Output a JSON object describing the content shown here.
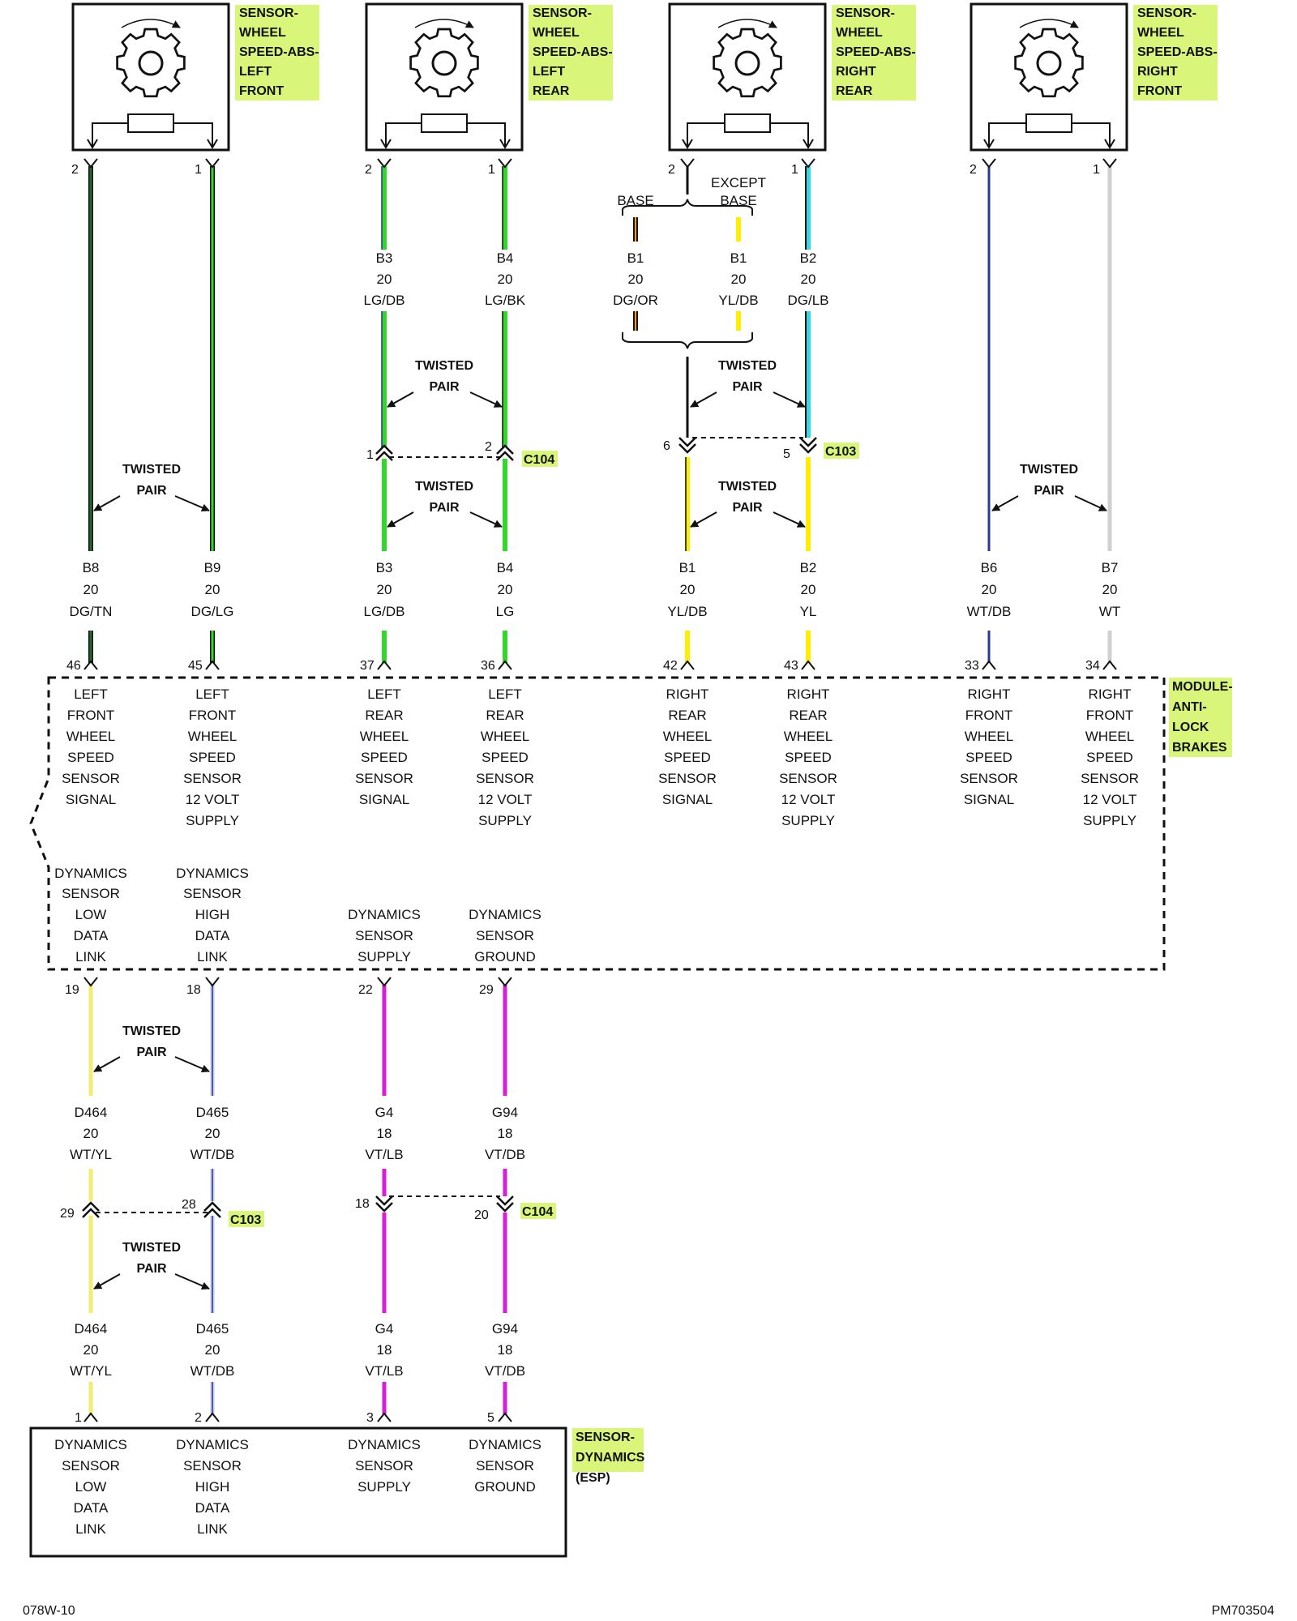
{
  "sensors": [
    {
      "title": [
        "SENSOR-",
        "WHEEL",
        "SPEED-ABS-",
        "LEFT",
        "FRONT"
      ],
      "pin_a": "2",
      "pin_b": "1"
    },
    {
      "title": [
        "SENSOR-",
        "WHEEL",
        "SPEED-ABS-",
        "LEFT",
        "REAR"
      ],
      "pin_a": "2",
      "pin_b": "1"
    },
    {
      "title": [
        "SENSOR-",
        "WHEEL",
        "SPEED-ABS-",
        "RIGHT",
        "REAR"
      ],
      "pin_a": "2",
      "pin_b": "1"
    },
    {
      "title": [
        "SENSOR-",
        "WHEEL",
        "SPEED-ABS-",
        "RIGHT",
        "FRONT"
      ],
      "pin_a": "2",
      "pin_b": "1"
    }
  ],
  "twisted_pair": [
    "TWISTED",
    "PAIR"
  ],
  "variants": {
    "base": "BASE",
    "except": [
      "EXCEPT",
      "BASE"
    ]
  },
  "upper_wires": [
    {
      "circuit": "B3",
      "gauge": "20",
      "color": "LG/DB"
    },
    {
      "circuit": "B4",
      "gauge": "20",
      "color": "LG/BK"
    },
    {
      "circuit": "B1",
      "gauge": "20",
      "color": "DG/OR"
    },
    {
      "circuit": "B1",
      "gauge": "20",
      "color": "YL/DB"
    },
    {
      "circuit": "B2",
      "gauge": "20",
      "color": "DG/LB"
    }
  ],
  "connectors": {
    "c104_top": {
      "name": "C104",
      "pin_a": "1",
      "pin_b": "2"
    },
    "c103_top": {
      "name": "C103",
      "pin_a": "6",
      "pin_b": "5"
    },
    "c103_bottom": {
      "name": "C103",
      "pin_a": "29",
      "pin_b": "28"
    },
    "c104_bottom": {
      "name": "C104",
      "pin_a": "18",
      "pin_b": "20"
    }
  },
  "abs_wires": [
    {
      "circuit": "B8",
      "gauge": "20",
      "color": "DG/TN",
      "pin": "46",
      "function": [
        "LEFT",
        "FRONT",
        "WHEEL",
        "SPEED",
        "SENSOR",
        "SIGNAL"
      ]
    },
    {
      "circuit": "B9",
      "gauge": "20",
      "color": "DG/LG",
      "pin": "45",
      "function": [
        "LEFT",
        "FRONT",
        "WHEEL",
        "SPEED",
        "SENSOR",
        "12 VOLT",
        "SUPPLY"
      ]
    },
    {
      "circuit": "B3",
      "gauge": "20",
      "color": "LG/DB",
      "pin": "37",
      "function": [
        "LEFT",
        "REAR",
        "WHEEL",
        "SPEED",
        "SENSOR",
        "SIGNAL"
      ]
    },
    {
      "circuit": "B4",
      "gauge": "20",
      "color": "LG",
      "pin": "36",
      "function": [
        "LEFT",
        "REAR",
        "WHEEL",
        "SPEED",
        "SENSOR",
        "12 VOLT",
        "SUPPLY"
      ]
    },
    {
      "circuit": "B1",
      "gauge": "20",
      "color": "YL/DB",
      "pin": "42",
      "function": [
        "RIGHT",
        "REAR",
        "WHEEL",
        "SPEED",
        "SENSOR",
        "SIGNAL"
      ]
    },
    {
      "circuit": "B2",
      "gauge": "20",
      "color": "YL",
      "pin": "43",
      "function": [
        "RIGHT",
        "REAR",
        "WHEEL",
        "SPEED",
        "SENSOR",
        "12 VOLT",
        "SUPPLY"
      ]
    },
    {
      "circuit": "B6",
      "gauge": "20",
      "color": "WT/DB",
      "pin": "33",
      "function": [
        "RIGHT",
        "FRONT",
        "WHEEL",
        "SPEED",
        "SENSOR",
        "SIGNAL"
      ]
    },
    {
      "circuit": "B7",
      "gauge": "20",
      "color": "WT",
      "pin": "34",
      "function": [
        "RIGHT",
        "FRONT",
        "WHEEL",
        "SPEED",
        "SENSOR",
        "12 VOLT",
        "SUPPLY"
      ]
    }
  ],
  "abs_module": {
    "title": [
      "MODULE-",
      "ANTI-",
      "LOCK",
      "BRAKES"
    ]
  },
  "dynamics_functions": [
    {
      "pin": "19",
      "function": [
        "DYNAMICS",
        "SENSOR",
        "LOW",
        "DATA",
        "LINK"
      ]
    },
    {
      "pin": "18",
      "function": [
        "DYNAMICS",
        "SENSOR",
        "HIGH",
        "DATA",
        "LINK"
      ]
    },
    {
      "pin": "22",
      "function": [
        "DYNAMICS",
        "SENSOR",
        "SUPPLY"
      ]
    },
    {
      "pin": "29",
      "function": [
        "DYNAMICS",
        "SENSOR",
        "GROUND"
      ]
    }
  ],
  "dyn_wires": [
    {
      "circuit": "D464",
      "gauge": "20",
      "color": "WT/YL"
    },
    {
      "circuit": "D465",
      "gauge": "20",
      "color": "WT/DB"
    },
    {
      "circuit": "G4",
      "gauge": "18",
      "color": "VT/LB"
    },
    {
      "circuit": "G94",
      "gauge": "18",
      "color": "VT/DB"
    }
  ],
  "esp_sensor": {
    "title": [
      "SENSOR-",
      "DYNAMICS",
      "(ESP)"
    ],
    "pins": [
      "1",
      "2",
      "3",
      "5"
    ],
    "functions": [
      [
        "DYNAMICS",
        "SENSOR",
        "LOW",
        "DATA",
        "LINK"
      ],
      [
        "DYNAMICS",
        "SENSOR",
        "HIGH",
        "DATA",
        "LINK"
      ],
      [
        "DYNAMICS",
        "SENSOR",
        "SUPPLY"
      ],
      [
        "DYNAMICS",
        "SENSOR",
        "GROUND"
      ]
    ]
  },
  "footer": {
    "left": "078W-10",
    "right": "PM703504"
  },
  "colors": {
    "dark_green": "#1f6b2a",
    "green": "#33d62a",
    "cyan": "#37d7e6",
    "yellow": "#ffee00",
    "pale_yellow": "#f3ec72",
    "navy": "#2b3a8c",
    "light_gray": "#d0d0d0",
    "violet": "#d61fd6",
    "highlight": "#d9f57a",
    "black": "#111111"
  }
}
